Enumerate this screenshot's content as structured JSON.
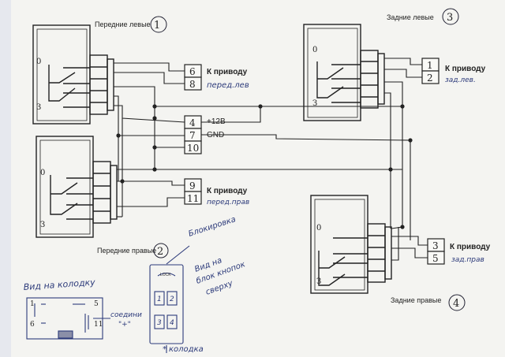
{
  "switches": {
    "front_left": {
      "title": "Передние левые",
      "number": "1",
      "pos_open": "0",
      "pos_close": "З"
    },
    "front_right": {
      "title": "Передние правые",
      "number": "2",
      "pos_open": "0",
      "pos_close": "З"
    },
    "rear_left": {
      "title": "Задние левые",
      "number": "3",
      "pos_open": "0",
      "pos_close": "З"
    },
    "rear_right": {
      "title": "Задние правые",
      "number": "4",
      "pos_open": "0",
      "pos_close": "З"
    }
  },
  "connector_pins": {
    "fl_a": "6",
    "fl_b": "8",
    "pwr": "4",
    "gnd": "7",
    "p10": "10",
    "fr_a": "9",
    "fr_b": "11",
    "rl_a": "1",
    "rl_b": "2",
    "rr_a": "3",
    "rr_b": "5"
  },
  "labels": {
    "to_drive": "К приводу",
    "front_left_hand": "перед.лев",
    "front_right_hand": "перед.прав",
    "rear_left_hand": "зад.лев.",
    "rear_right_hand": "зад.прав",
    "plus12": "+12В",
    "gnd": "GND"
  },
  "notes": {
    "lock": "Блокировка",
    "view_top_line1": "Вид на",
    "view_top_line2": "блок кнопок",
    "view_top_line3": "сверху",
    "view_connector": "Вид на колодку",
    "connector_word": "колодка",
    "joined_line1": "соедини",
    "joined_line2": "\"+\"",
    "button_lock": "LOCK",
    "buttons": [
      "1",
      "2",
      "3",
      "4"
    ],
    "conn_pins": {
      "tl": "1",
      "tr": "5",
      "bl": "6",
      "br": "11"
    },
    "star": "*"
  }
}
